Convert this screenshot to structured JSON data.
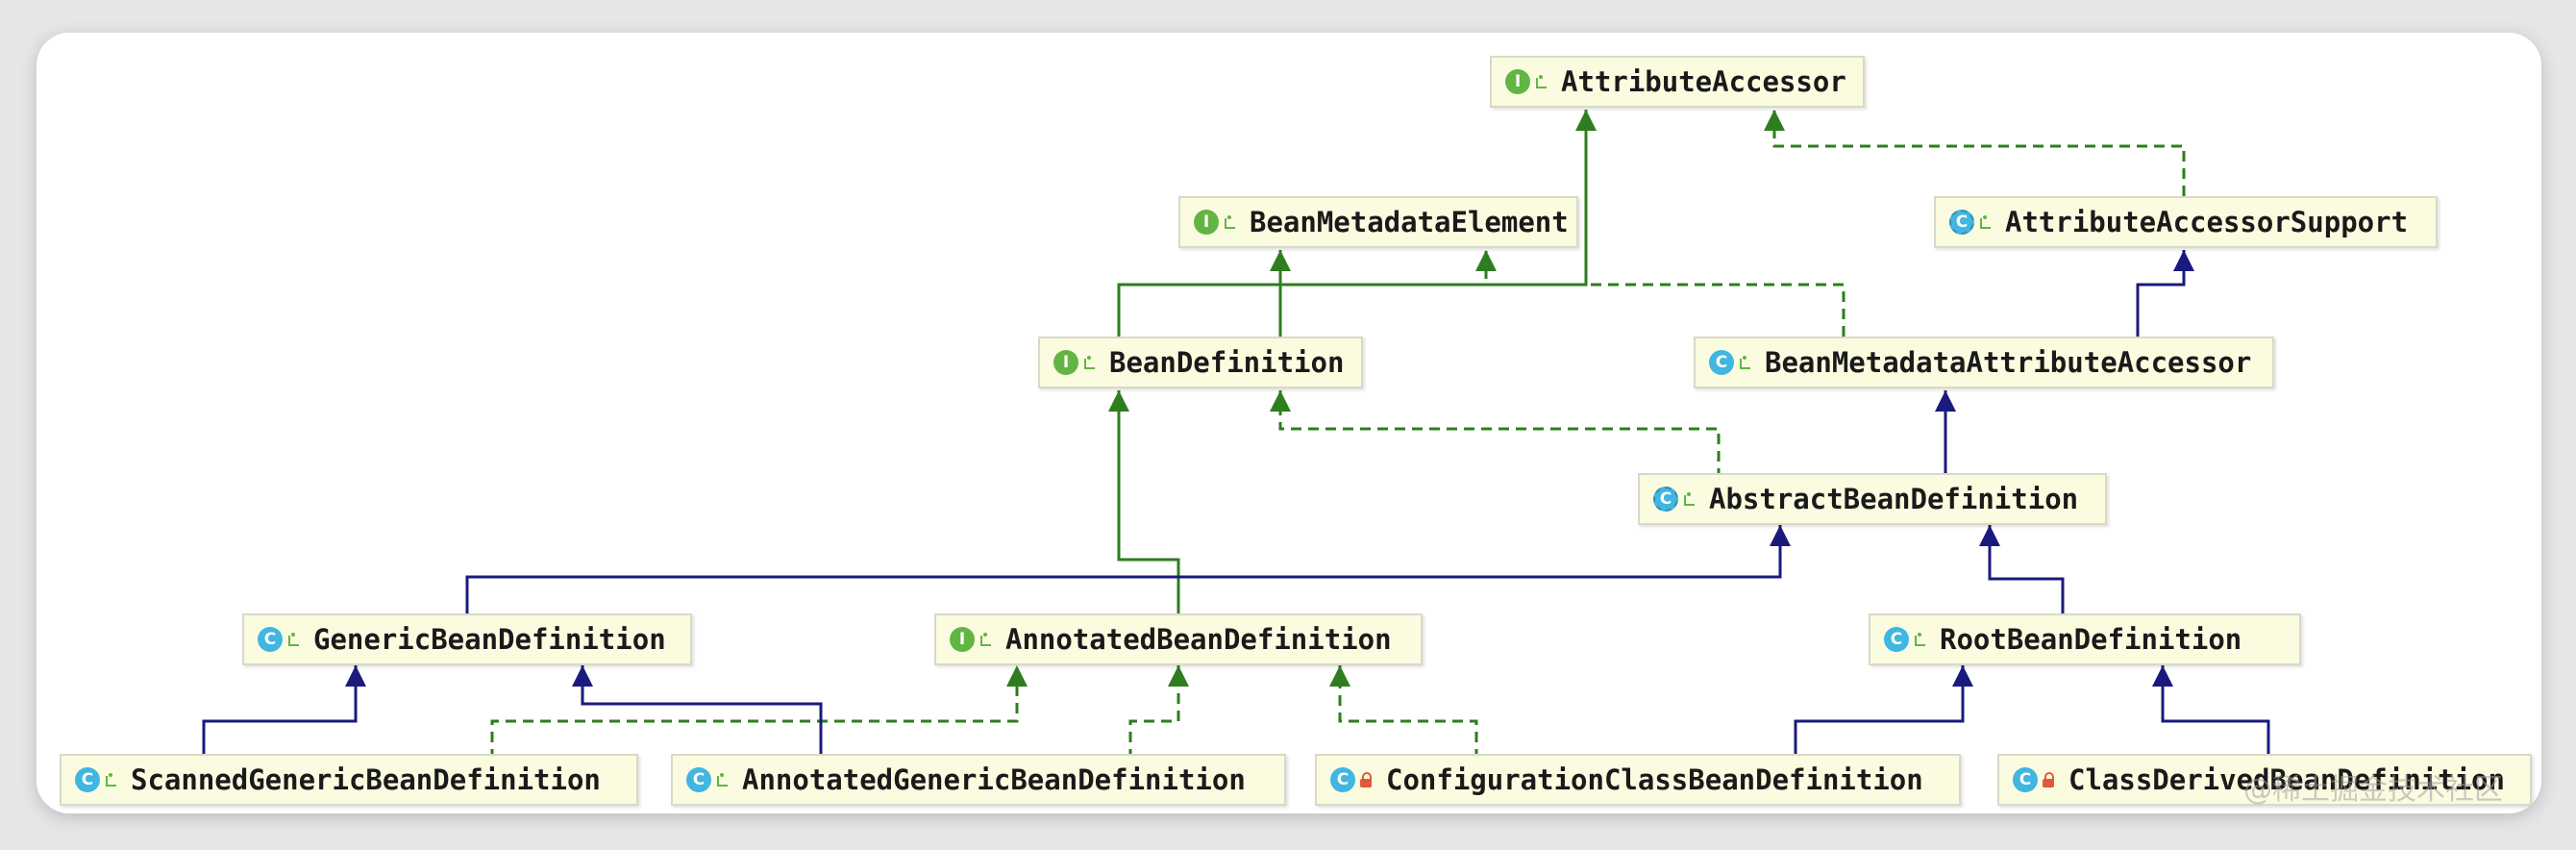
{
  "diagram": {
    "nodes": {
      "attribute_accessor": "AttributeAccessor",
      "bean_metadata_element": "BeanMetadataElement",
      "attribute_accessor_support": "AttributeAccessorSupport",
      "bean_definition": "BeanDefinition",
      "bean_metadata_attribute_accessor": "BeanMetadataAttributeAccessor",
      "abstract_bean_definition": "AbstractBeanDefinition",
      "generic_bean_definition": "GenericBeanDefinition",
      "annotated_bean_definition": "AnnotatedBeanDefinition",
      "root_bean_definition": "RootBeanDefinition",
      "scanned_generic_bean_definition": "ScannedGenericBeanDefinition",
      "annotated_generic_bean_definition": "AnnotatedGenericBeanDefinition",
      "configuration_class_bean_definition": "ConfigurationClassBeanDefinition",
      "class_derived_bean_definition": "ClassDerivedBeanDefinition"
    },
    "badges": {
      "interface": "I",
      "class": "C"
    },
    "colors": {
      "extends_interface": "#2e7d1e",
      "implements": "#2e7d1e",
      "extends_class": "#1a1a7e"
    },
    "watermark": "@稀土掘金技术社区"
  }
}
